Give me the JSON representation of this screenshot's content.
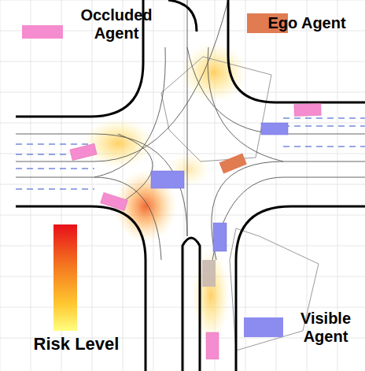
{
  "diagram": {
    "legend": [
      {
        "text": "Occluded Agent",
        "color": "#f48ccf"
      },
      {
        "text": "Ego Agent",
        "color": "#e07b52"
      },
      {
        "text": "Risk Level"
      },
      {
        "text": "Visible Agent",
        "color": "#8c8cf0"
      }
    ]
  }
}
